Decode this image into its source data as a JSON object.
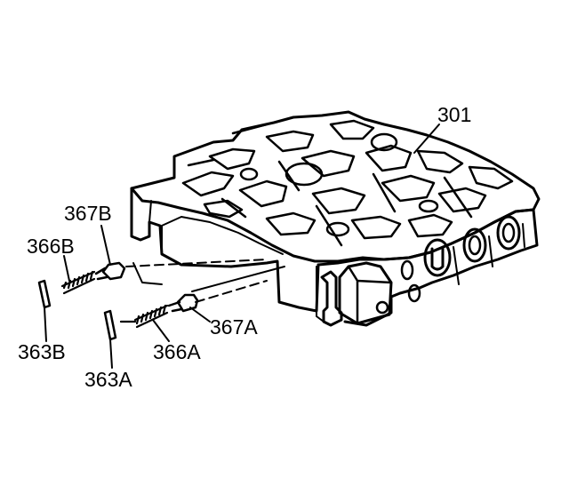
{
  "diagram": {
    "callouts": {
      "valve_body": "301",
      "plug_b": "367B",
      "spring_b": "366B",
      "plug_a": "367A",
      "pin_b": "363B",
      "spring_a": "366A",
      "pin_a": "363A"
    },
    "colors": {
      "ink": "#000000",
      "paper": "#ffffff"
    }
  }
}
